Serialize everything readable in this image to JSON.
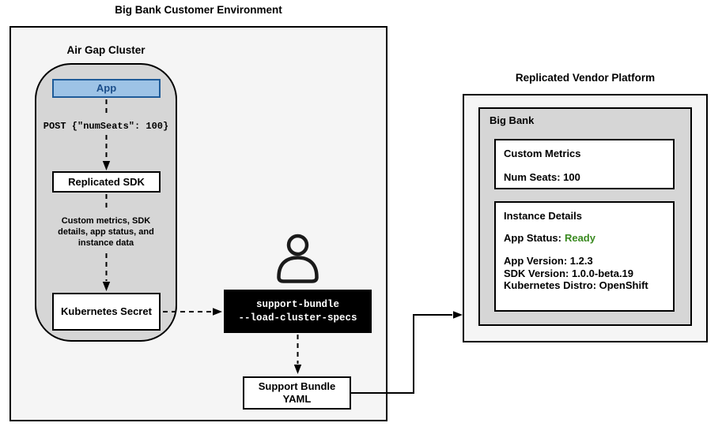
{
  "colors": {
    "panel_light": "#F5F5F5",
    "panel_gray": "#D6D6D6",
    "app_fill": "#9DC3E6",
    "app_border": "#1F5C99",
    "app_text": "#1B4E8A",
    "command_bg": "#000000",
    "command_text": "#FFFFFF",
    "status_ready_green": "#3A8A20"
  },
  "customer_environment": {
    "title": "Big Bank Customer Environment",
    "air_gap_cluster": {
      "title": "Air Gap Cluster",
      "app_label": "App",
      "post_request": "POST {\"numSeats\": 100}",
      "sdk_label": "Replicated SDK",
      "data_note": "Custom metrics, SDK\ndetails, app status, and\ninstance data",
      "secret_label": "Kubernetes Secret"
    },
    "support_bundle_command": "support-bundle\n--load-cluster-specs",
    "support_bundle_yaml_label": "Support Bundle\nYAML"
  },
  "vendor_platform": {
    "title": "Replicated Vendor Platform",
    "customer_card": {
      "title": "Big Bank",
      "custom_metrics": {
        "title": "Custom Metrics",
        "num_seats": "Num Seats: 100"
      },
      "instance_details": {
        "title": "Instance Details",
        "app_status_label": "App Status:",
        "app_status_value": "Ready",
        "app_version": "App Version: 1.2.3",
        "sdk_version": "SDK Version: 1.0.0-beta.19",
        "kubernetes_distro": "Kubernetes Distro: OpenShift"
      }
    }
  },
  "icons": {
    "person": "person-silhouette"
  }
}
